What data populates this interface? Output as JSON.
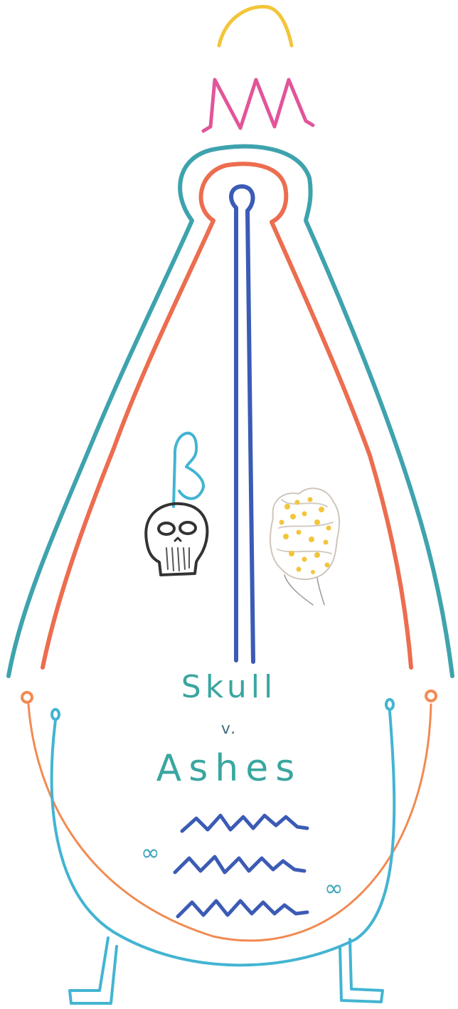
{
  "text": {
    "word1": "Skull",
    "word2": "v.",
    "word3": "Ashes"
  },
  "icons": {
    "left_infinity": "∞",
    "right_infinity": "∞"
  },
  "colors": {
    "teal": "#3ea3ad",
    "coral": "#ec6d4f",
    "blue": "#3b5bb5",
    "pink": "#e2559a",
    "yellow": "#f3c53a",
    "orange": "#f28a52",
    "light_blue": "#43b4d2",
    "dark": "#333333"
  }
}
